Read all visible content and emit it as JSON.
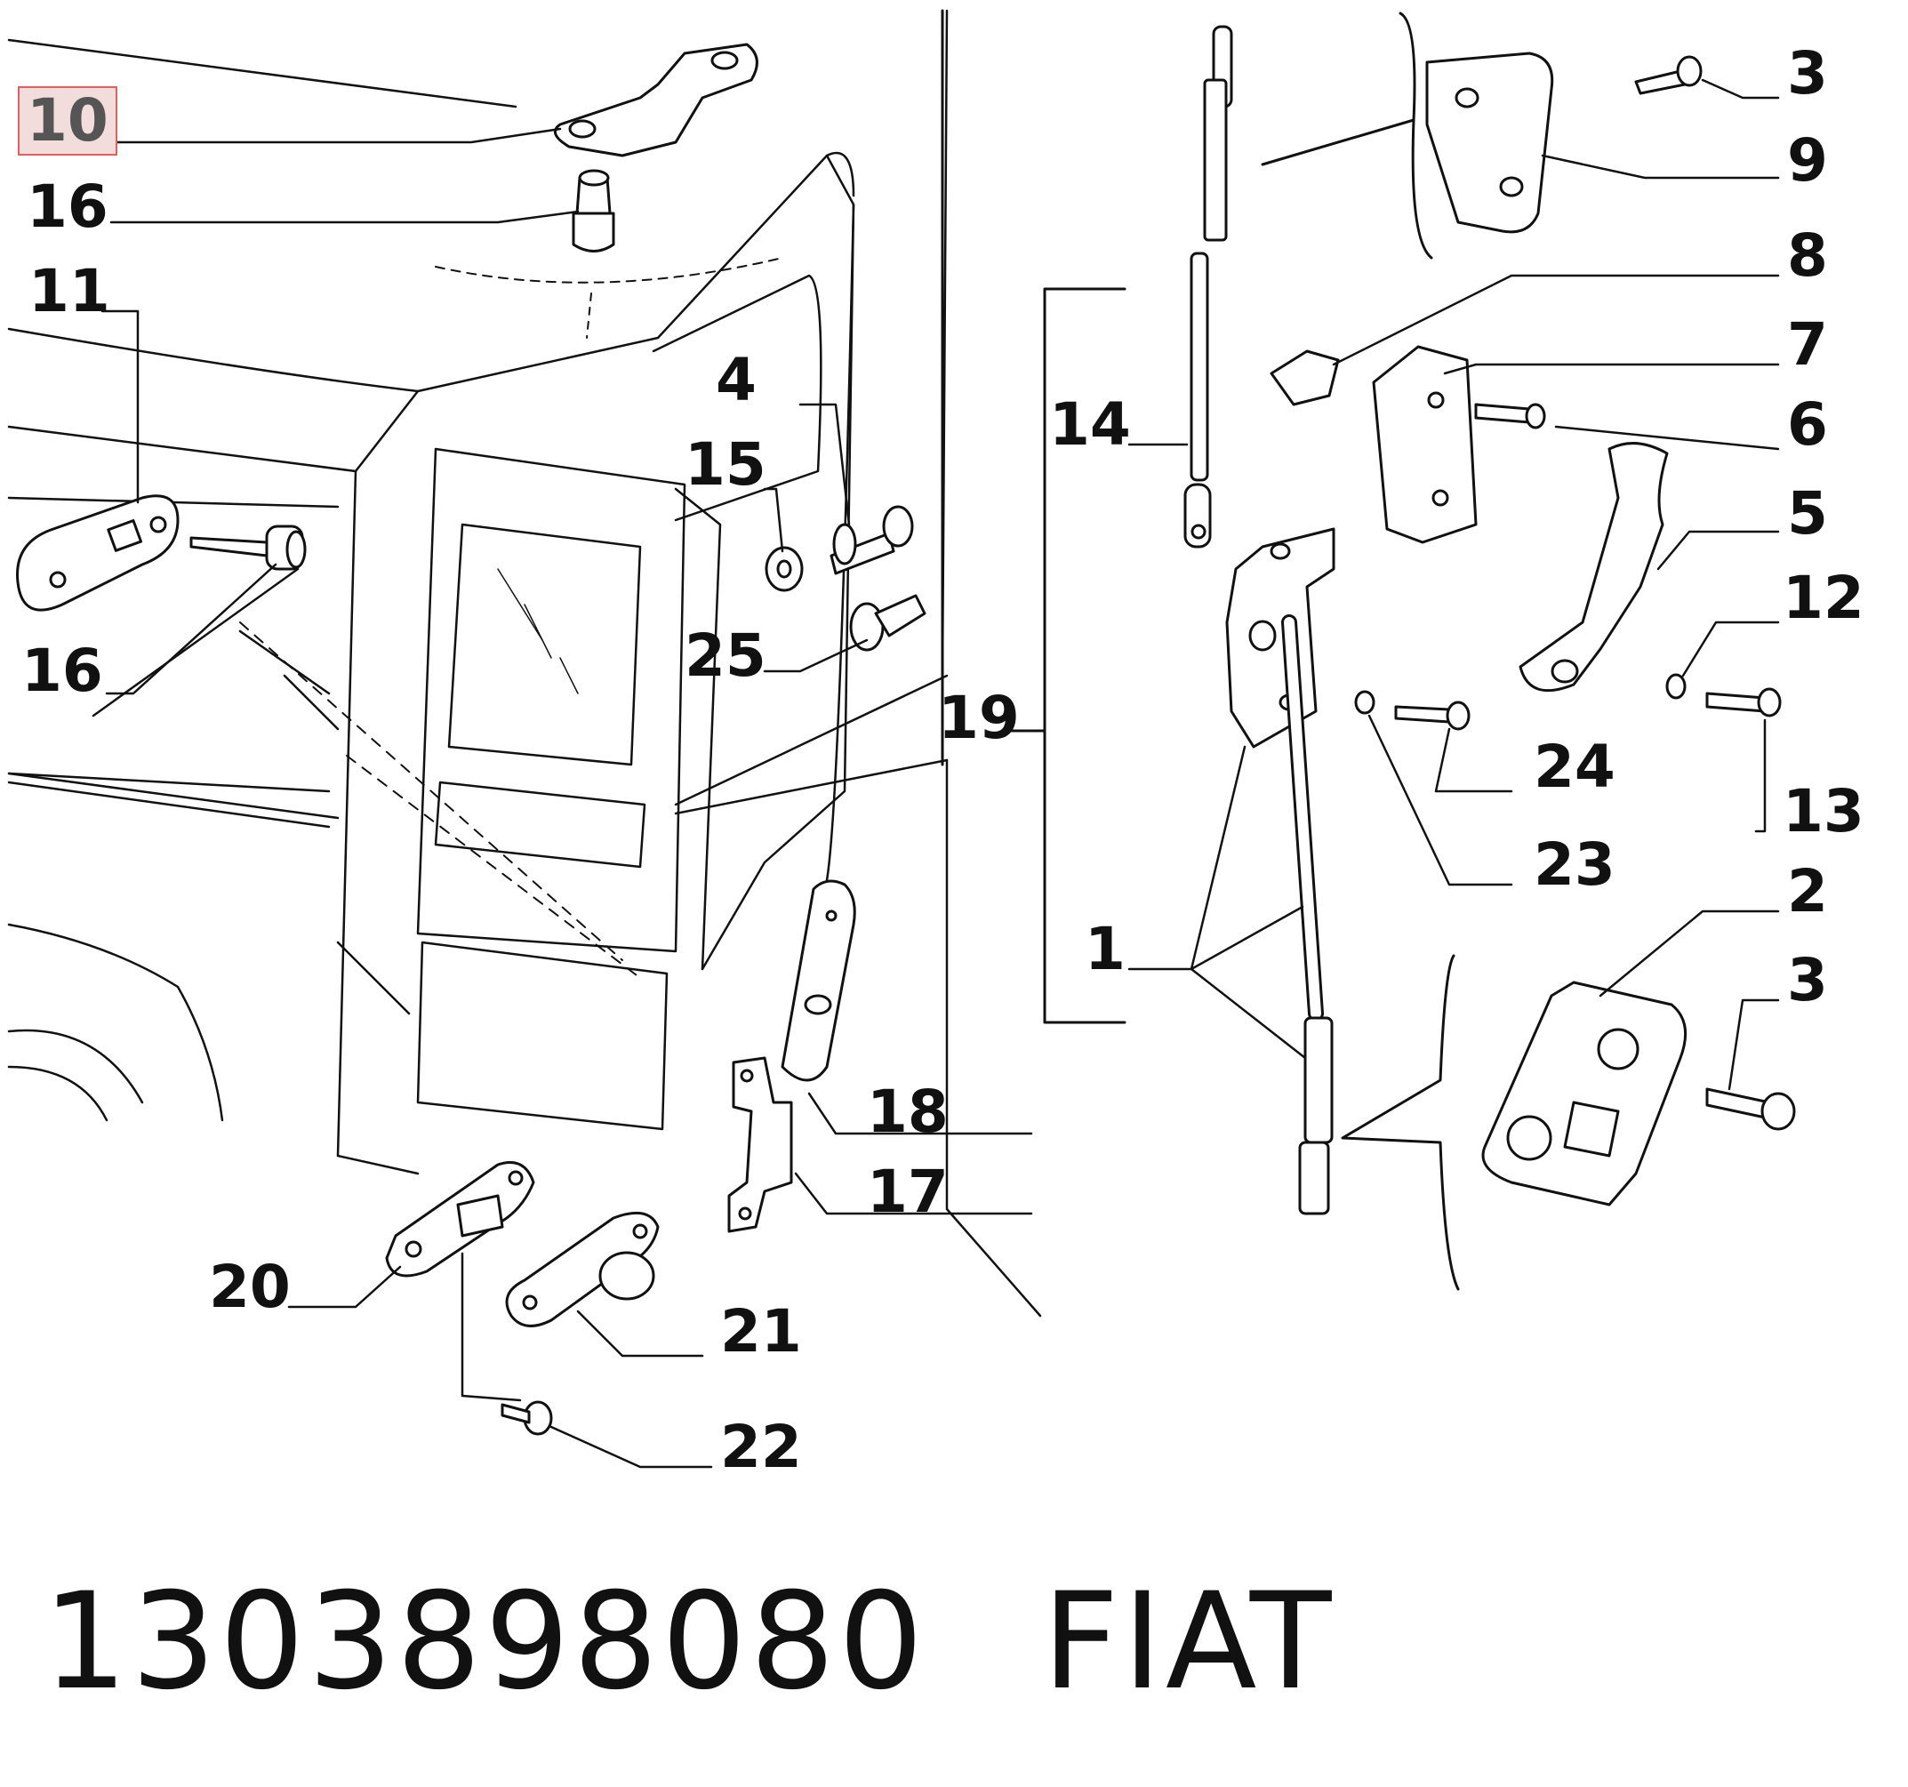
{
  "callouts": {
    "c10": "10",
    "c16a": "16",
    "c11": "11",
    "c16b": "16",
    "c4": "4",
    "c15": "15",
    "c25": "25",
    "c19": "19",
    "c18": "18",
    "c17": "17",
    "c20": "20",
    "c21": "21",
    "c22": "22",
    "c14": "14",
    "c1": "1",
    "c3a": "3",
    "c9": "9",
    "c8": "8",
    "c7": "7",
    "c6": "6",
    "c5": "5",
    "c12": "12",
    "c24": "24",
    "c13": "13",
    "c23": "23",
    "c2": "2",
    "c3b": "3"
  },
  "footer": {
    "part_number": "1303898080",
    "brand": "FIAT"
  },
  "colors": {
    "line": "#111111",
    "highlight_border": "#e06060",
    "highlight_fill": "#f3dcdc"
  }
}
